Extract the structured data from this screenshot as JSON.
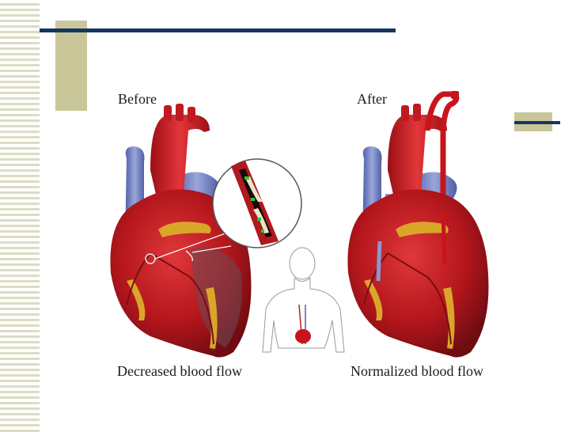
{
  "illustration": {
    "label_before": "Before",
    "label_after": "After",
    "caption_before": "Decreased blood flow",
    "caption_after": "Normalized blood flow"
  },
  "colors": {
    "accent_navy": "#163560",
    "accent_tan": "#c9c69a",
    "stripe": "#dcdcc3",
    "heart_red": "#c8141c",
    "vessel_blue": "#6f7fc0",
    "fat_yellow": "#d9a62a"
  }
}
